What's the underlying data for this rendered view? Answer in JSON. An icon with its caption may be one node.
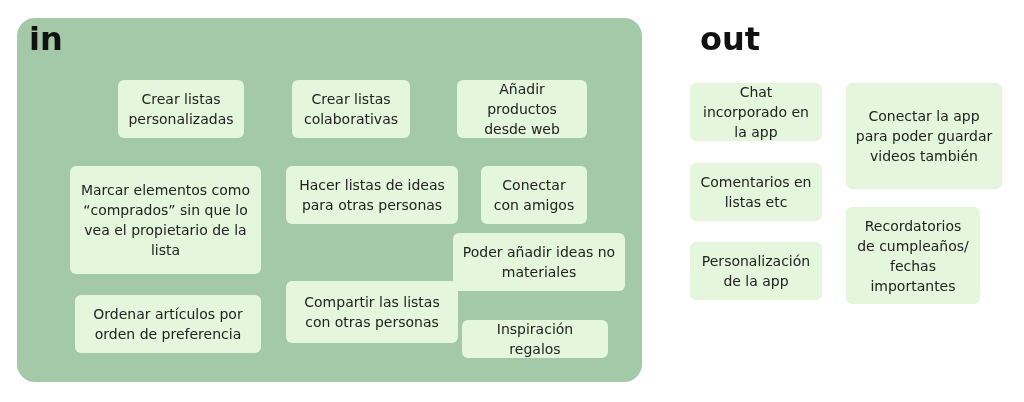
{
  "diagram": {
    "nodes": [
      {
        "text": [
          "in"
        ]
      },
      {
        "text": [
          "Crear listas personalizadas"
        ],
        "in": 0
      },
      {
        "text": [
          "Crear listas colaborativas"
        ],
        "in": 0
      },
      {
        "text": [
          "Añadir productos desde web"
        ],
        "in": 0
      },
      {
        "text": [
          "Marcar elementos como “comprados” sin que lo vea el propietario de la lista"
        ],
        "in": 0
      },
      {
        "text": [
          "Hacer listas de ideas para otras personas"
        ],
        "in": 0
      },
      {
        "text": [
          "Conectar con amigos"
        ],
        "in": 0
      },
      {
        "text": [
          "Poder añadir ideas no materiales"
        ],
        "in": 0
      },
      {
        "text": [
          "Ordenar artículos por orden de preferencia"
        ],
        "in": 0
      },
      {
        "text": [
          "Compartir las listas con otras personas"
        ],
        "in": 0
      },
      {
        "text": [
          "Inspiración regalos"
        ],
        "in": 0
      },
      {
        "text": [
          "Chat incorporado en la app"
        ]
      },
      {
        "text": [
          "Comentarios en listas etc"
        ]
      },
      {
        "text": [
          "Personalización de la app"
        ]
      },
      {
        "text": [
          "Conectar la app para poder guardar videos también"
        ]
      },
      {
        "text": [
          "Recordatorios de cumpleaños/ fechas importantes"
        ]
      }
    ],
    "edges": [],
    "labels": [
      "out"
    ]
  }
}
